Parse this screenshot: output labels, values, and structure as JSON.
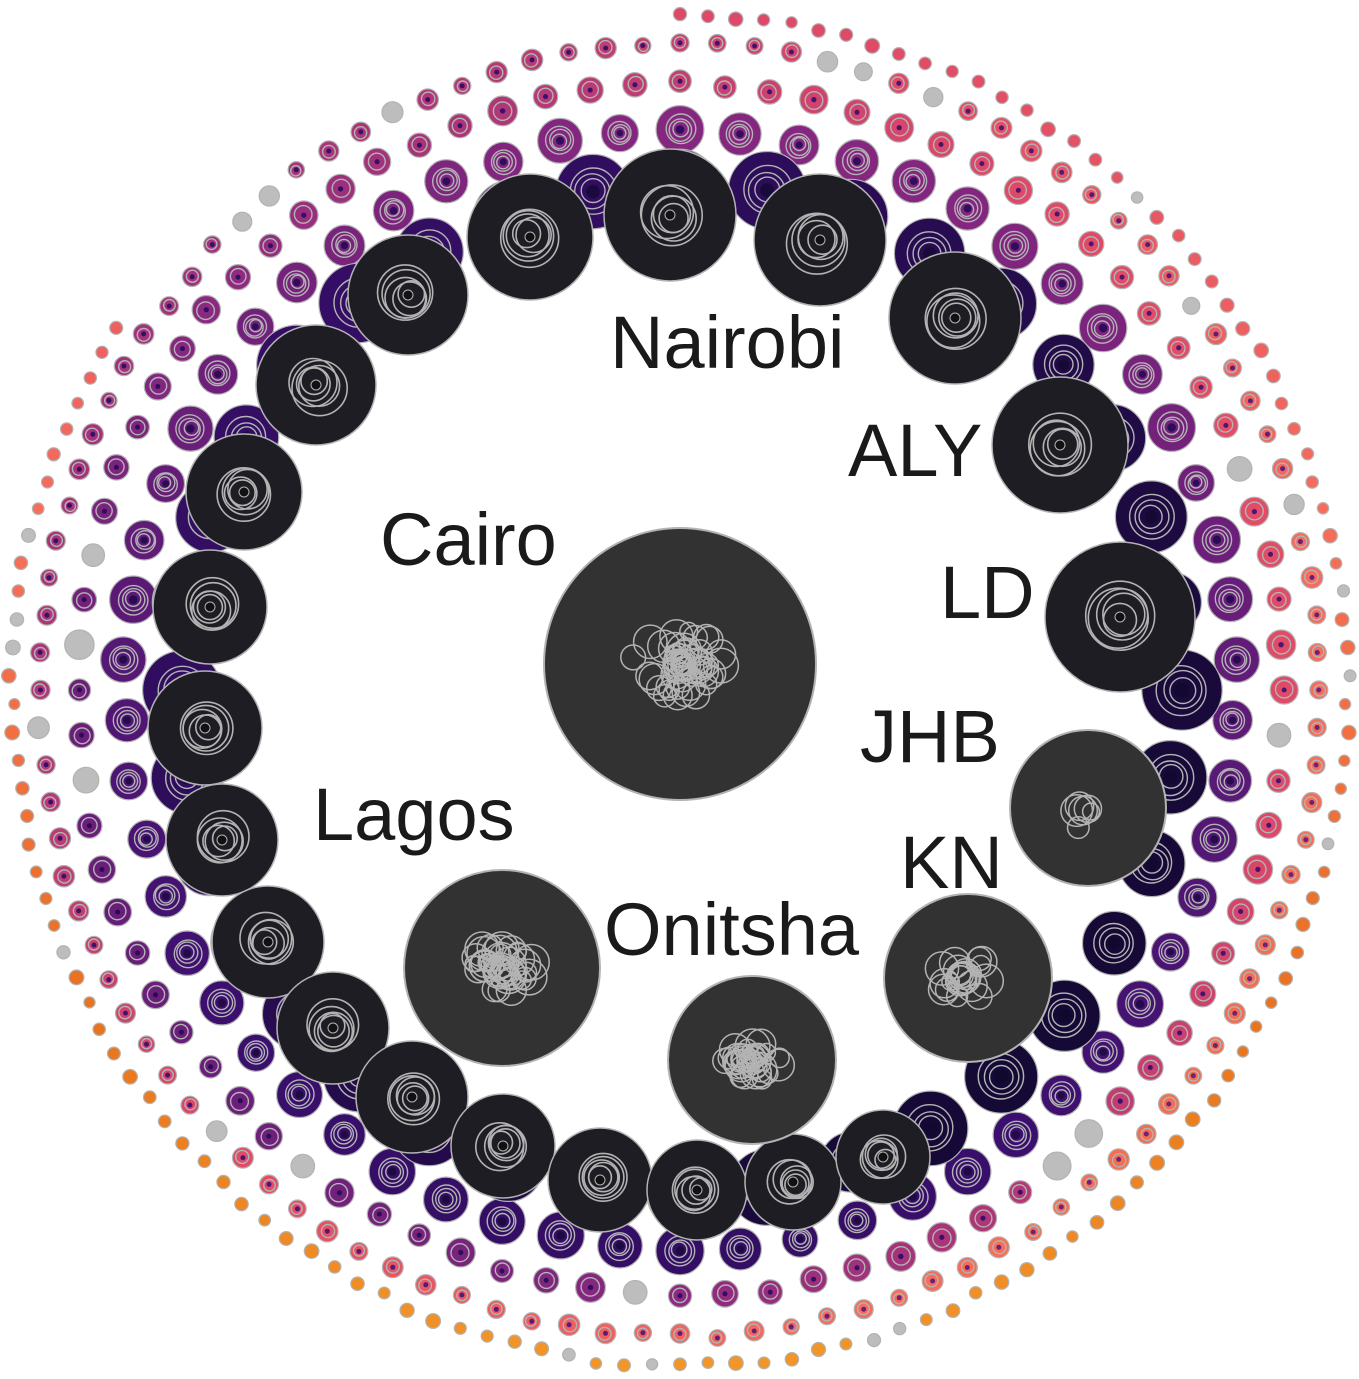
{
  "labels": {
    "cairo": "Cairo",
    "nairobi": "Nairobi",
    "aly": "ALY",
    "ld": "LD",
    "jhb": "JHB",
    "kn": "KN",
    "lagos": "Lagos",
    "onitsha": "Onitsha"
  },
  "colors": {
    "background": "#ffffff",
    "stroke": "#b3b3b3",
    "center_fill": "#323232",
    "large_fill": "#1e1d24",
    "ramp": [
      "#0d0829",
      "#3b0f6f",
      "#8c2981",
      "#de4968",
      "#f66d5c",
      "#e8731e",
      "#f5a52d"
    ]
  },
  "chart_data": {
    "type": "packed-circles",
    "cities": [
      "Cairo",
      "Nairobi",
      "ALY",
      "LD",
      "JHB",
      "KN",
      "Lagos",
      "Onitsha"
    ]
  }
}
